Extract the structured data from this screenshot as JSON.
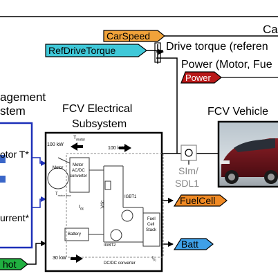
{
  "tags": {
    "car_speed": {
      "label": "CarSpeed",
      "color": "#f0a23a"
    },
    "ref_drive_torque": {
      "label": "RefDriveTorque",
      "color": "#3fc8d8"
    },
    "power": {
      "label": "Power",
      "color": "#b81818"
    },
    "fuel_cell": {
      "label": "FuelCell",
      "color": "#f08a24"
    },
    "batt": {
      "label": "Batt",
      "color": "#3fa0e8"
    },
    "hot": {
      "label": "hot",
      "color": "#20b040"
    }
  },
  "labels": {
    "drive_torque": "Drive torque (referen",
    "power_line": "Power (Motor, Fue",
    "top_right": "Ca",
    "management_line1": "agement",
    "management_line2": "stem",
    "motor_t": "otor T*",
    "current": "urrent*",
    "fcv_electrical": "FCV Electrical",
    "subsystem": "Subsystem",
    "fcv_vehicle": "FCV Vehicle",
    "slm": "SIm/",
    "sdl1": "SDL1"
  },
  "schematic": {
    "t_motor": "T",
    "t_motor_sub": "motor",
    "kw_100_left": "100 kW",
    "kw_100_right": "100 kW",
    "motor": "Motor",
    "motor_ac_dc_1": "Motor",
    "motor_ac_dc_2": "AC/DC",
    "motor_ac_dc_3": "converter",
    "t_motor_max": "T",
    "t_motor_max_sub": "motor max",
    "vdc": "Vdc",
    "i_dc": "I",
    "i_dc_sub": "dc",
    "igbt1": "IGBT1",
    "igbt2": "IGBT2",
    "battery": "Battery",
    "fuel_cell_stack_1": "Fuel",
    "fuel_cell_stack_2": "Cell",
    "fuel_cell_stack_3": "Stack",
    "kw_30": "30 kW",
    "dc_dc_converter": "DC/DC converter",
    "i_fc": "I",
    "i_fc_sub": "fc"
  },
  "colors": {
    "line_blue": "#1c2fb8",
    "line_black": "#000000",
    "schematic_gray": "#555555"
  }
}
